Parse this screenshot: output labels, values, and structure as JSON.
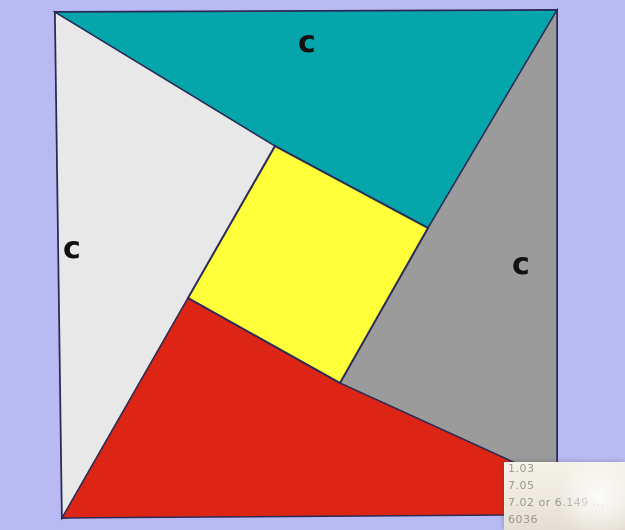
{
  "diagram": {
    "labels": {
      "top_triangle": "c",
      "left_triangle": "c",
      "right_triangle": "c"
    },
    "colors": {
      "background": "#b9baf4",
      "top_triangle": "#04a6ab",
      "left_triangle": "#e8e8e8",
      "right_triangle": "#9b9b9b",
      "bottom_triangle": "#dd2516",
      "center_square": "#ffff3a",
      "outline": "#2a2a55"
    }
  },
  "note": {
    "lines": [
      "1.03",
      "7.05",
      "7.02 or 6.149 ...",
      "6036"
    ]
  }
}
